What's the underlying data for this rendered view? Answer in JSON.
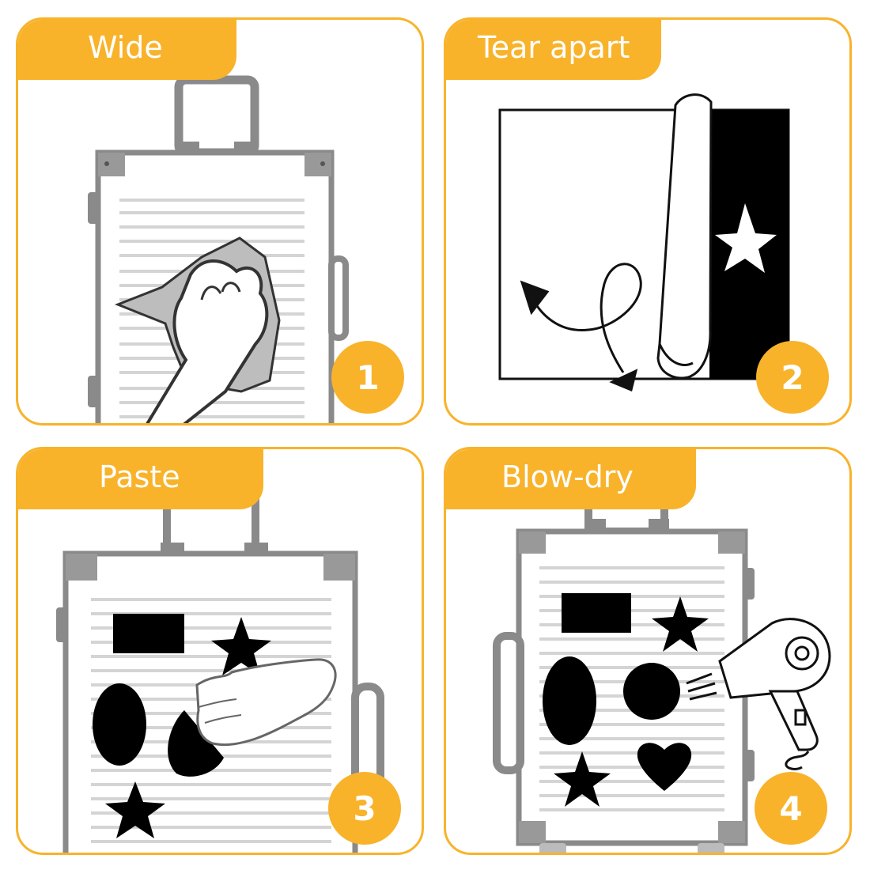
{
  "colors": {
    "accent": "#f8b32b",
    "frame": "#8a8a8a",
    "stripe": "#d4d4d4",
    "ink": "#000000"
  },
  "steps": [
    {
      "label": "Wide",
      "number": "1",
      "icon": "cloth-wipe-icon"
    },
    {
      "label": "Tear apart",
      "number": "2",
      "icon": "peel-sticker-icon"
    },
    {
      "label": "Paste",
      "number": "3",
      "icon": "hand-press-icon"
    },
    {
      "label": "Blow-dry",
      "number": "4",
      "icon": "hair-dryer-icon"
    }
  ]
}
